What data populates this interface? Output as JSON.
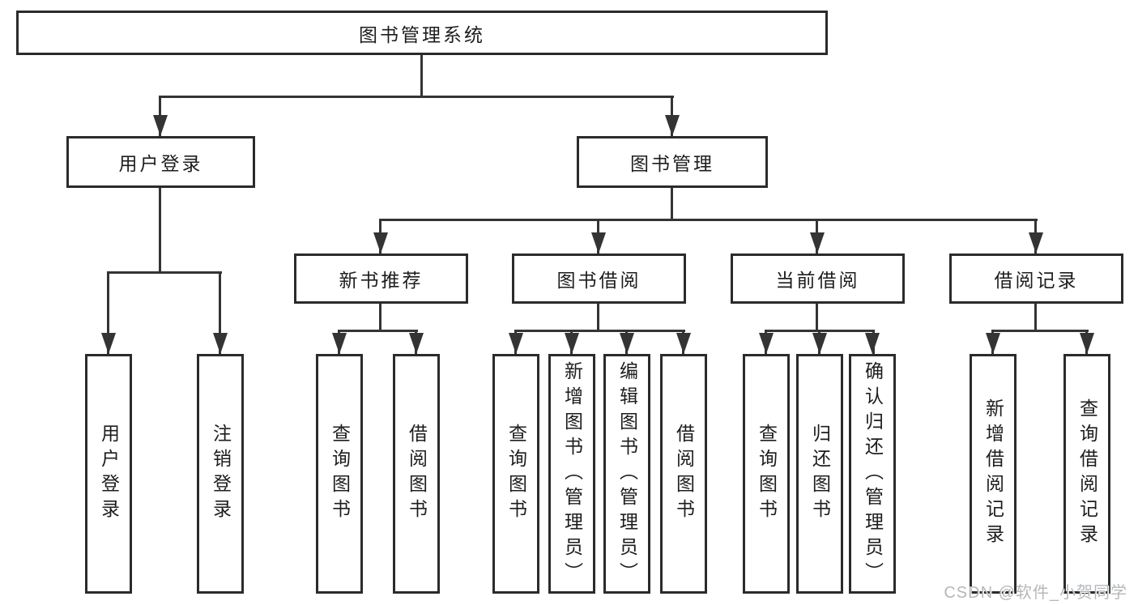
{
  "tree": {
    "label": "图书管理系统",
    "children": [
      {
        "label": "用户登录",
        "children": [
          {
            "label": "用户登录"
          },
          {
            "label": "注销登录"
          }
        ]
      },
      {
        "label": "图书管理",
        "children": [
          {
            "label": "新书推荐",
            "children": [
              {
                "label": "查询图书"
              },
              {
                "label": "借阅图书"
              }
            ]
          },
          {
            "label": "图书借阅",
            "children": [
              {
                "label": "查询图书"
              },
              {
                "label": "新增图书（管理员）"
              },
              {
                "label": "编辑图书（管理员）"
              },
              {
                "label": "借阅图书"
              }
            ]
          },
          {
            "label": "当前借阅",
            "children": [
              {
                "label": "查询图书"
              },
              {
                "label": "归还图书"
              },
              {
                "label": "确认归还（管理员）"
              }
            ]
          },
          {
            "label": "借阅记录",
            "children": [
              {
                "label": "新增借阅记录"
              },
              {
                "label": "查询借阅记录"
              }
            ]
          }
        ]
      }
    ]
  },
  "watermark": {
    "text": "CSDN @软件_小贺同学"
  },
  "colors": {
    "background": "#ffffff",
    "box_border": "#2b2b2b",
    "line": "#343434",
    "text": "#1d1d1d",
    "watermark": "#b4b8bc"
  }
}
